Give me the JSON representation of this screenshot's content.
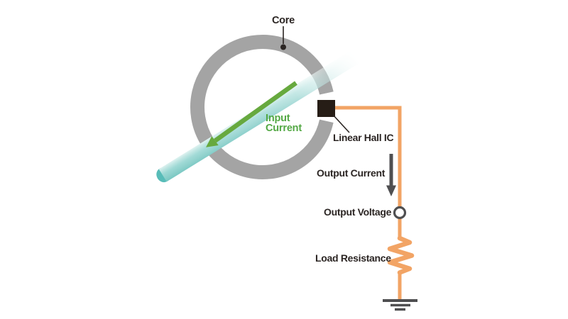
{
  "labels": {
    "core": "Core",
    "input_current_lines": [
      "Input",
      "Current"
    ],
    "linear_hall_ic": "Linear Hall IC",
    "output_current": "Output Current",
    "output_voltage": "Output Voltage",
    "load_resistance": "Load Resistance"
  },
  "colors": {
    "core_gray": "#a4a4a4",
    "conductor_teal": "#8fd1cd",
    "conductor_teal_dark": "#58bcb8",
    "input_arrow_green": "#67a93e",
    "input_text_green": "#53a844",
    "wire_orange": "#f2a465",
    "hall_ic_black": "#261d16",
    "circuit_dark_gray": "#4f4f51",
    "label_black": "#2b2523"
  }
}
